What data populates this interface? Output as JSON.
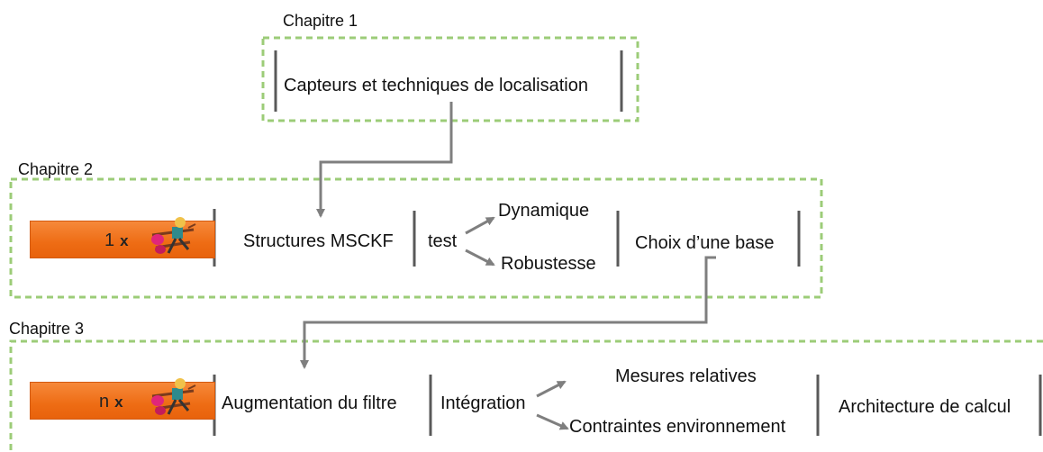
{
  "chapters": {
    "c1": {
      "title": "Chapitre 1",
      "items": {
        "sensors": "Capteurs et techniques de localisation"
      }
    },
    "c2": {
      "title": "Chapitre 2",
      "multiplier": {
        "count": "1",
        "symbol": "x"
      },
      "items": {
        "msckf": "Structures MSCKF",
        "test": "test",
        "dynamique": "Dynamique",
        "robustesse": "Robustesse",
        "choix": "Choix d’une base"
      }
    },
    "c3": {
      "title": "Chapitre 3",
      "multiplier": {
        "count": "n",
        "symbol": "x"
      },
      "items": {
        "augmentation": "Augmentation du filtre",
        "integration": "Intégration",
        "mesures": "Mesures relatives",
        "contraintes": "Contraintes environnement",
        "architecture": "Architecture de calcul"
      }
    }
  },
  "colors": {
    "dashed_border": "#9ccc78",
    "separator": "#595959",
    "arrow": "#7f7f7f",
    "orange": "#ee6c14"
  },
  "icons": [
    "drone-runner-icon"
  ]
}
